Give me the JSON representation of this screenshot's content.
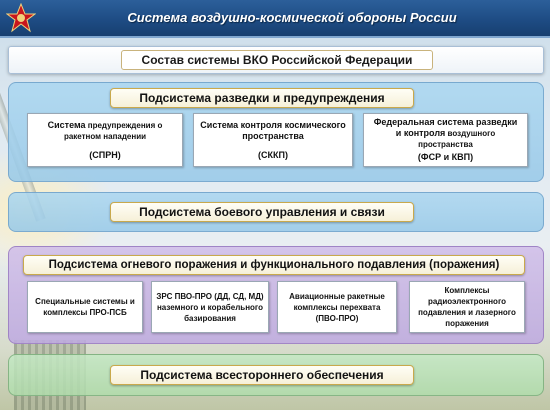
{
  "slide_title": "Система воздушно-космической обороны России",
  "main_header": "Состав системы ВКО Российской Федерации",
  "subsystems": [
    {
      "title": "Подсистема разведки и предупреждения",
      "boxes": [
        {
          "line1a": "Система",
          "line1b": "предупреждения о",
          "line2": "ракетном нападении",
          "abbr": "(СПРН)"
        },
        {
          "line1a": "Система контроля космического",
          "line1b": "",
          "line2": "пространства",
          "abbr": "(СККП)"
        },
        {
          "line1a": "Федеральная система разведки",
          "line1b": "и контроля",
          "line2": "воздушного пространства",
          "abbr": "(ФСР и КВП)"
        }
      ]
    },
    {
      "title": "Подсистема боевого управления и связи"
    },
    {
      "title": "Подсистема  огневого поражения и функционального подавления (поражения)",
      "boxes": [
        {
          "text": "Специальные системы и комплексы ПРО-ПСБ"
        },
        {
          "text": "ЗРС ПВО-ПРО (ДД, СД, МД) наземного и корабельного базирования"
        },
        {
          "text": "Авиационные ракетные комплексы перехвата (ПВО-ПРО)"
        },
        {
          "text": "Комплексы радиоэлектронного подавления и лазерного поражения"
        }
      ]
    },
    {
      "title": "Подсистема всестороннего обеспечения"
    }
  ]
}
